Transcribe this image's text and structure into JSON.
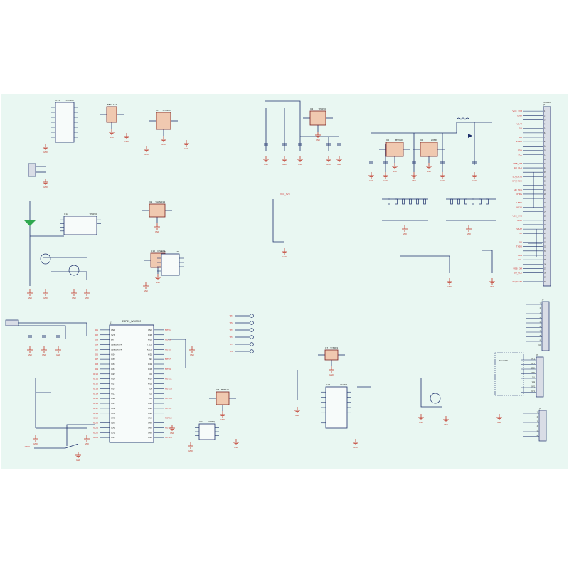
{
  "colors": {
    "background": "#ffffff",
    "sheet": "#e9f7f2",
    "wire": "#1d2f6b",
    "netlabel": "#d22b2b",
    "ground": "#c0392b",
    "ic_body": "#f0c9b0",
    "ic_outline": "#7a2020",
    "connector": "#d9dde6",
    "text": "#1a1a1a"
  },
  "mcu": {
    "refdes": "U1",
    "part": "ESP32_WROOM",
    "left_pins": [
      "GND",
      "3V3",
      "EN",
      "SENSOR_VP",
      "SENSOR_VN",
      "IO34",
      "IO35",
      "IO32",
      "IO33",
      "IO25",
      "IO26",
      "IO27",
      "IO14",
      "IO12",
      "GND",
      "IO13",
      "SD2",
      "SD3",
      "CMD",
      "CLK",
      "SD0",
      "SD1",
      "IO15"
    ],
    "right_pins": [
      "GND",
      "IO23",
      "IO22",
      "TXD0",
      "RXD0",
      "IO21",
      "NC",
      "IO19",
      "IO18",
      "IO5",
      "IO17",
      "IO16",
      "IO4",
      "IO0",
      "IO2",
      "GND",
      "GND",
      "GND",
      "GND",
      "GND",
      "GND",
      "GND",
      "GND"
    ]
  },
  "main_connector": {
    "refdes": "J1",
    "part": "CONN40",
    "pins": [
      "1",
      "2",
      "3",
      "4",
      "5",
      "6",
      "7",
      "8",
      "9",
      "10",
      "11",
      "12",
      "13",
      "14",
      "15",
      "16",
      "17",
      "18",
      "19",
      "20",
      "21",
      "22",
      "23",
      "24",
      "25",
      "26",
      "27",
      "28",
      "29",
      "30",
      "31",
      "32",
      "33",
      "34",
      "35",
      "36",
      "37",
      "38",
      "39",
      "40"
    ]
  },
  "small_connectors": [
    {
      "refdes": "J2",
      "pins": [
        "1",
        "2",
        "3",
        "4",
        "5",
        "6",
        "7",
        "8",
        "9",
        "10"
      ]
    },
    {
      "refdes": "J3",
      "part": "SD_CARD",
      "pins": [
        "DAT2",
        "DAT3",
        "CMD",
        "VDD",
        "CLK",
        "VSS",
        "DAT0",
        "DAT1"
      ]
    },
    {
      "refdes": "J4",
      "pins": [
        "1",
        "2",
        "3",
        "4",
        "5",
        "6"
      ]
    }
  ],
  "ics": [
    {
      "refdes": "U2",
      "part": "AMS1117"
    },
    {
      "refdes": "U3",
      "part": "CH340C"
    },
    {
      "refdes": "U4",
      "part": "TP4056"
    },
    {
      "refdes": "U5",
      "part": "MT3608"
    },
    {
      "refdes": "U6",
      "part": "LM358"
    },
    {
      "refdes": "U7",
      "part": "SY8089"
    },
    {
      "refdes": "U8",
      "part": "ME6211"
    },
    {
      "refdes": "U9",
      "part": "SGM2019"
    },
    {
      "refdes": "U10",
      "part": "CP2102"
    }
  ],
  "net_labels": [
    "VCC_3V3",
    "GND",
    "VBUS",
    "VBAT",
    "5V",
    "EN",
    "IO0",
    "TXD0",
    "RXD0",
    "SDA",
    "SCL",
    "USB_DP",
    "USB_DM",
    "SD_CLK",
    "SD_CMD",
    "SD_DAT0",
    "SPI_MOSI",
    "SPI_MISO",
    "SPI_SCK",
    "CHRG",
    "STDBY",
    "LED1",
    "KEY1",
    "ADC_IN"
  ]
}
